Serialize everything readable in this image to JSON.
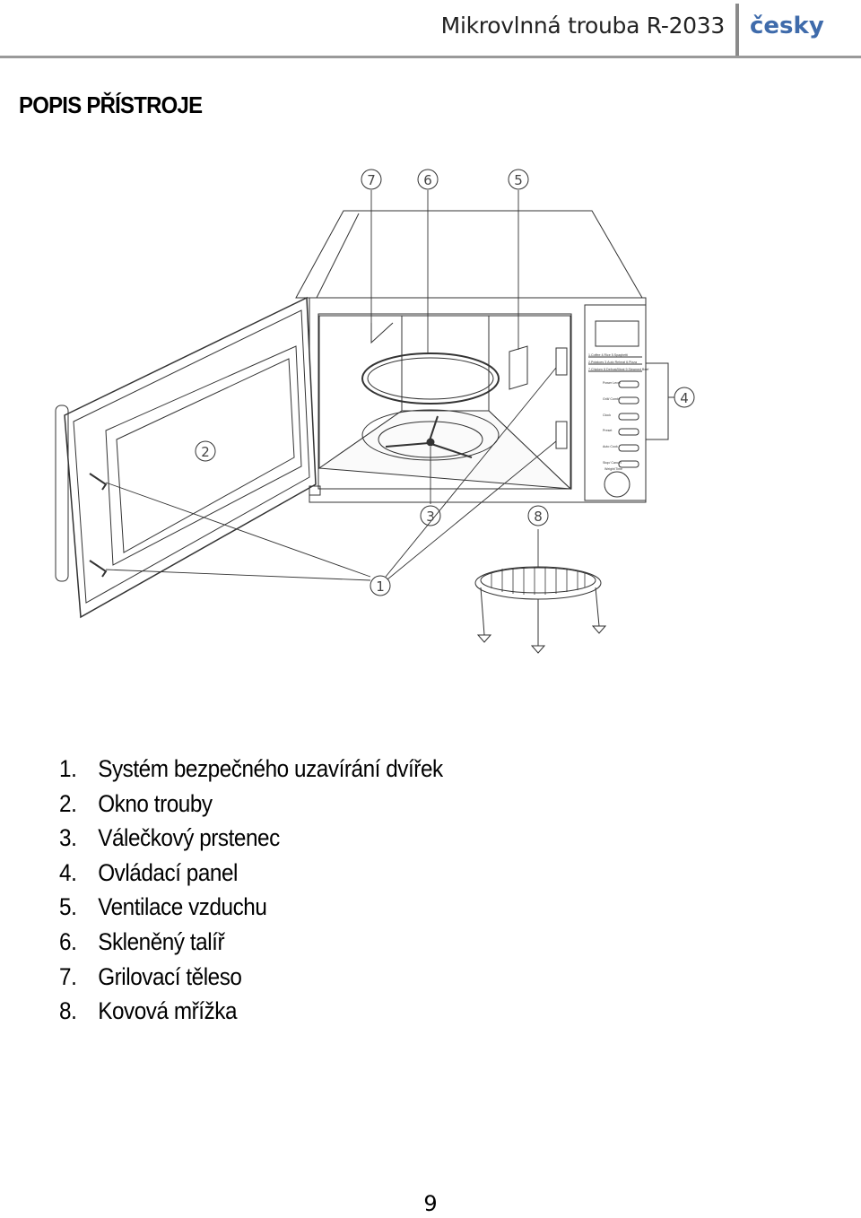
{
  "header": {
    "title": "Mikrovlnná trouba R-2033",
    "language": "česky"
  },
  "section_title": "POPIS PŘÍSTROJE",
  "diagram": {
    "callouts": [
      "1",
      "2",
      "3",
      "4",
      "5",
      "6",
      "7",
      "8"
    ],
    "panel_labels": [
      "1.Coffee 4.Rice 5.Spaghetti",
      "2.Potatoes 3.Auto Reheat 6.Pizza",
      "7.Chicken 8.Defrost/Meat 9.Steamed Beef",
      "Power Level",
      "Grill/ Combi.",
      "Clock",
      "Preset",
      "Auto Cook",
      "Stop/ Cancel",
      "Weight/Time"
    ]
  },
  "parts": [
    {
      "num": "1.",
      "label": "Systém bezpečného uzavírání dvířek"
    },
    {
      "num": "2.",
      "label": "Okno trouby"
    },
    {
      "num": "3.",
      "label": "Válečkový prstenec"
    },
    {
      "num": "4.",
      "label": "Ovládací panel"
    },
    {
      "num": "5.",
      "label": "Ventilace vzduchu"
    },
    {
      "num": "6.",
      "label": "Skleněný talíř"
    },
    {
      "num": "7.",
      "label": "Grilovací těleso"
    },
    {
      "num": "8.",
      "label": "Kovová mřížka"
    }
  ],
  "page_number": "9"
}
